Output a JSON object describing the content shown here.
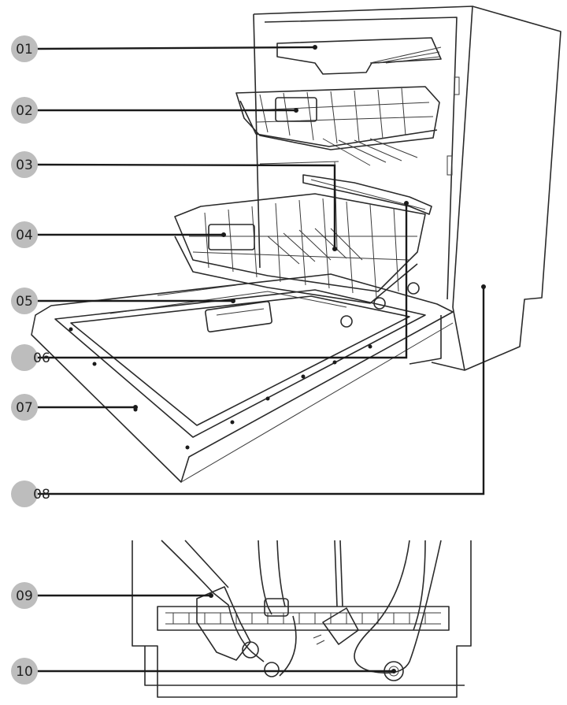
{
  "callouts": [
    {
      "id": "01",
      "label": "01"
    },
    {
      "id": "02",
      "label": "02"
    },
    {
      "id": "03",
      "label": "03"
    },
    {
      "id": "04",
      "label": "04"
    },
    {
      "id": "05",
      "label": "05"
    },
    {
      "id": "06",
      "label": "06"
    },
    {
      "id": "07",
      "label": "07"
    },
    {
      "id": "08",
      "label": "08"
    },
    {
      "id": "09",
      "label": "09"
    },
    {
      "id": "10",
      "label": "10"
    }
  ],
  "colors": {
    "bubble": "#bdbdbd",
    "line": "#1a1a1a",
    "background": "#ffffff"
  },
  "icons": {
    "main": "dishwasher-open-door-icon",
    "detail": "hoses-and-plug-icon"
  }
}
